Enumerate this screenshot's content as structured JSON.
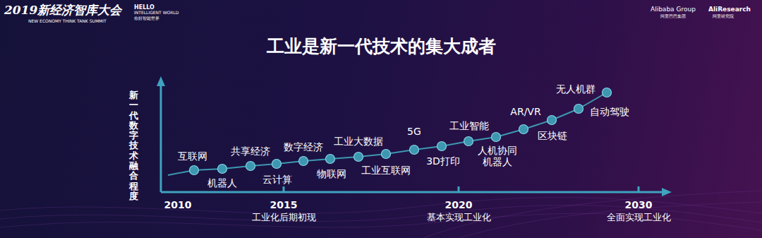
{
  "diagram": {
    "title": "工业是新一代技术的集大成者",
    "labels": [
      "2019新经济智库大会",
      "HELLO",
      "INTELLIGENT WORLD",
      "你好智能世界",
      "NEW ECONOMY THINK TANK SUMMIT",
      "Alibaba Group",
      "阿里巴巴集团",
      "AliResearch",
      "阿里研究院",
      "新一代数字技术融合程度",
      "互联网",
      "机器人",
      "共享经济",
      "云计算",
      "数字经济",
      "物联网",
      "工业大数据",
      "工业互联网",
      "5G",
      "3D打印",
      "工业智能",
      "人机协同 机器人",
      "AR/VR",
      "区块链",
      "自动驾驶",
      "无人机群",
      "2010",
      "2015",
      "工业化后期初现",
      "2020",
      "基本实现工业化",
      "2030",
      "全面实现工业化"
    ]
  }
}
